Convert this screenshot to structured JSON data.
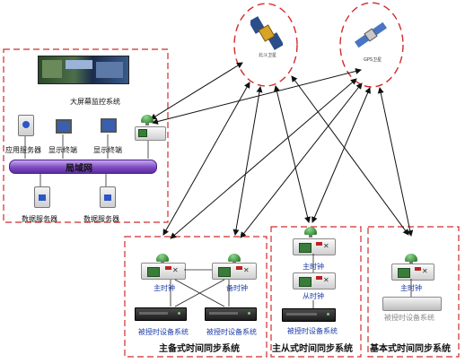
{
  "satellites": {
    "beidou": {
      "label": "北斗卫星"
    },
    "gps": {
      "label": "GPS卫星"
    }
  },
  "monitor_zone": {
    "big_screen_label": "大屏幕监控系统",
    "lan_label": "局域网",
    "app_server_label": "应用服务器",
    "display_terminal_1_label": "显示终端",
    "display_terminal_2_label": "显示终端",
    "data_server_1_label": "数据服务器",
    "data_server_2_label": "数据服务器"
  },
  "zone_master_backup": {
    "title": "主备式时间同步系统",
    "primary_clock_label": "主时钟",
    "backup_clock_label": "备时钟",
    "timed_device_1_label": "被授时设备系统",
    "timed_device_2_label": "被授时设备系统"
  },
  "zone_master_slave": {
    "title": "主从式时间同步系统",
    "master_clock_label": "主时钟",
    "slave_clock_label": "从时钟",
    "timed_device_label": "被授时设备系统"
  },
  "zone_basic": {
    "title": "基本式时间同步系统",
    "master_clock_label": "主时钟",
    "timed_device_label": "被授时设备系统"
  },
  "colors": {
    "zone_border": "#d22b2b",
    "arrow": "#111111",
    "lan_pipe": "#8b58c9",
    "clock_label": "#1a3aa8"
  }
}
